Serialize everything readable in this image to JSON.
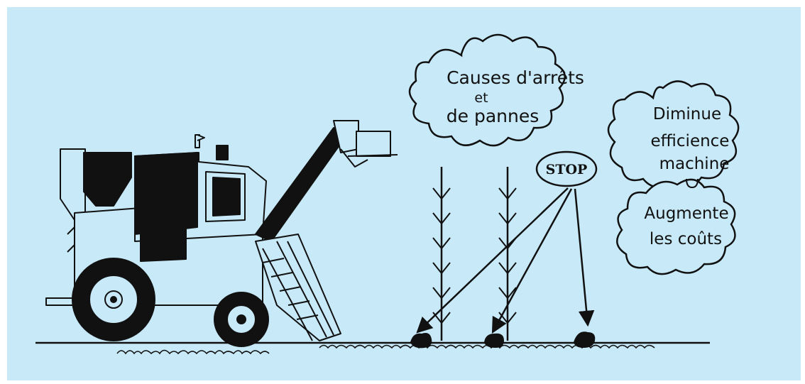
{
  "colors": {
    "background": "#c8e9f8",
    "ink": "#111111"
  },
  "illustration": {
    "subject": "sugarcane-harvester-icon",
    "crop": "sugarcane-stalks-icon",
    "debris": "stones-icon"
  },
  "labels": {
    "stop_sign": "STOP",
    "cloud_causes": {
      "line1": "Causes d'arrêts",
      "line2": "et",
      "line3": "de pannes"
    },
    "cloud_efficiency": {
      "line1": "Diminue",
      "line2": "efficience",
      "line3": "machine"
    },
    "cloud_costs": {
      "line1": "Augmente",
      "line2": "les coûts"
    }
  }
}
